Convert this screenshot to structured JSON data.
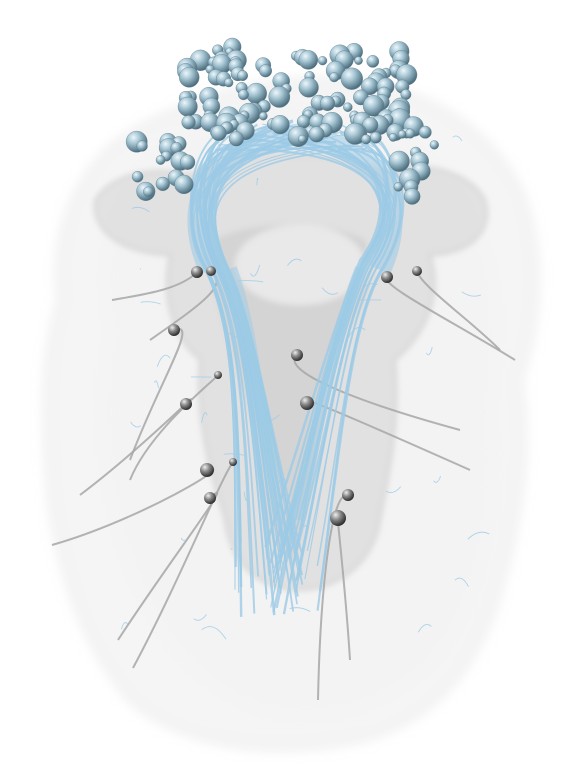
{
  "scene": {
    "colors": {
      "background": "#ffffff",
      "neuropil": "#9a9a9a",
      "outer_shell": "#d8d8d8",
      "blue_neurons": "#9ccbe6",
      "blue_soma": "#8fb3c4",
      "gray_neurons": "#a6a6a6",
      "gray_soma": "#7a7a7a"
    },
    "blue_population": {
      "soma_count": 150,
      "fiber_count": 60
    },
    "gray_population": {
      "soma_count": 14
    }
  }
}
